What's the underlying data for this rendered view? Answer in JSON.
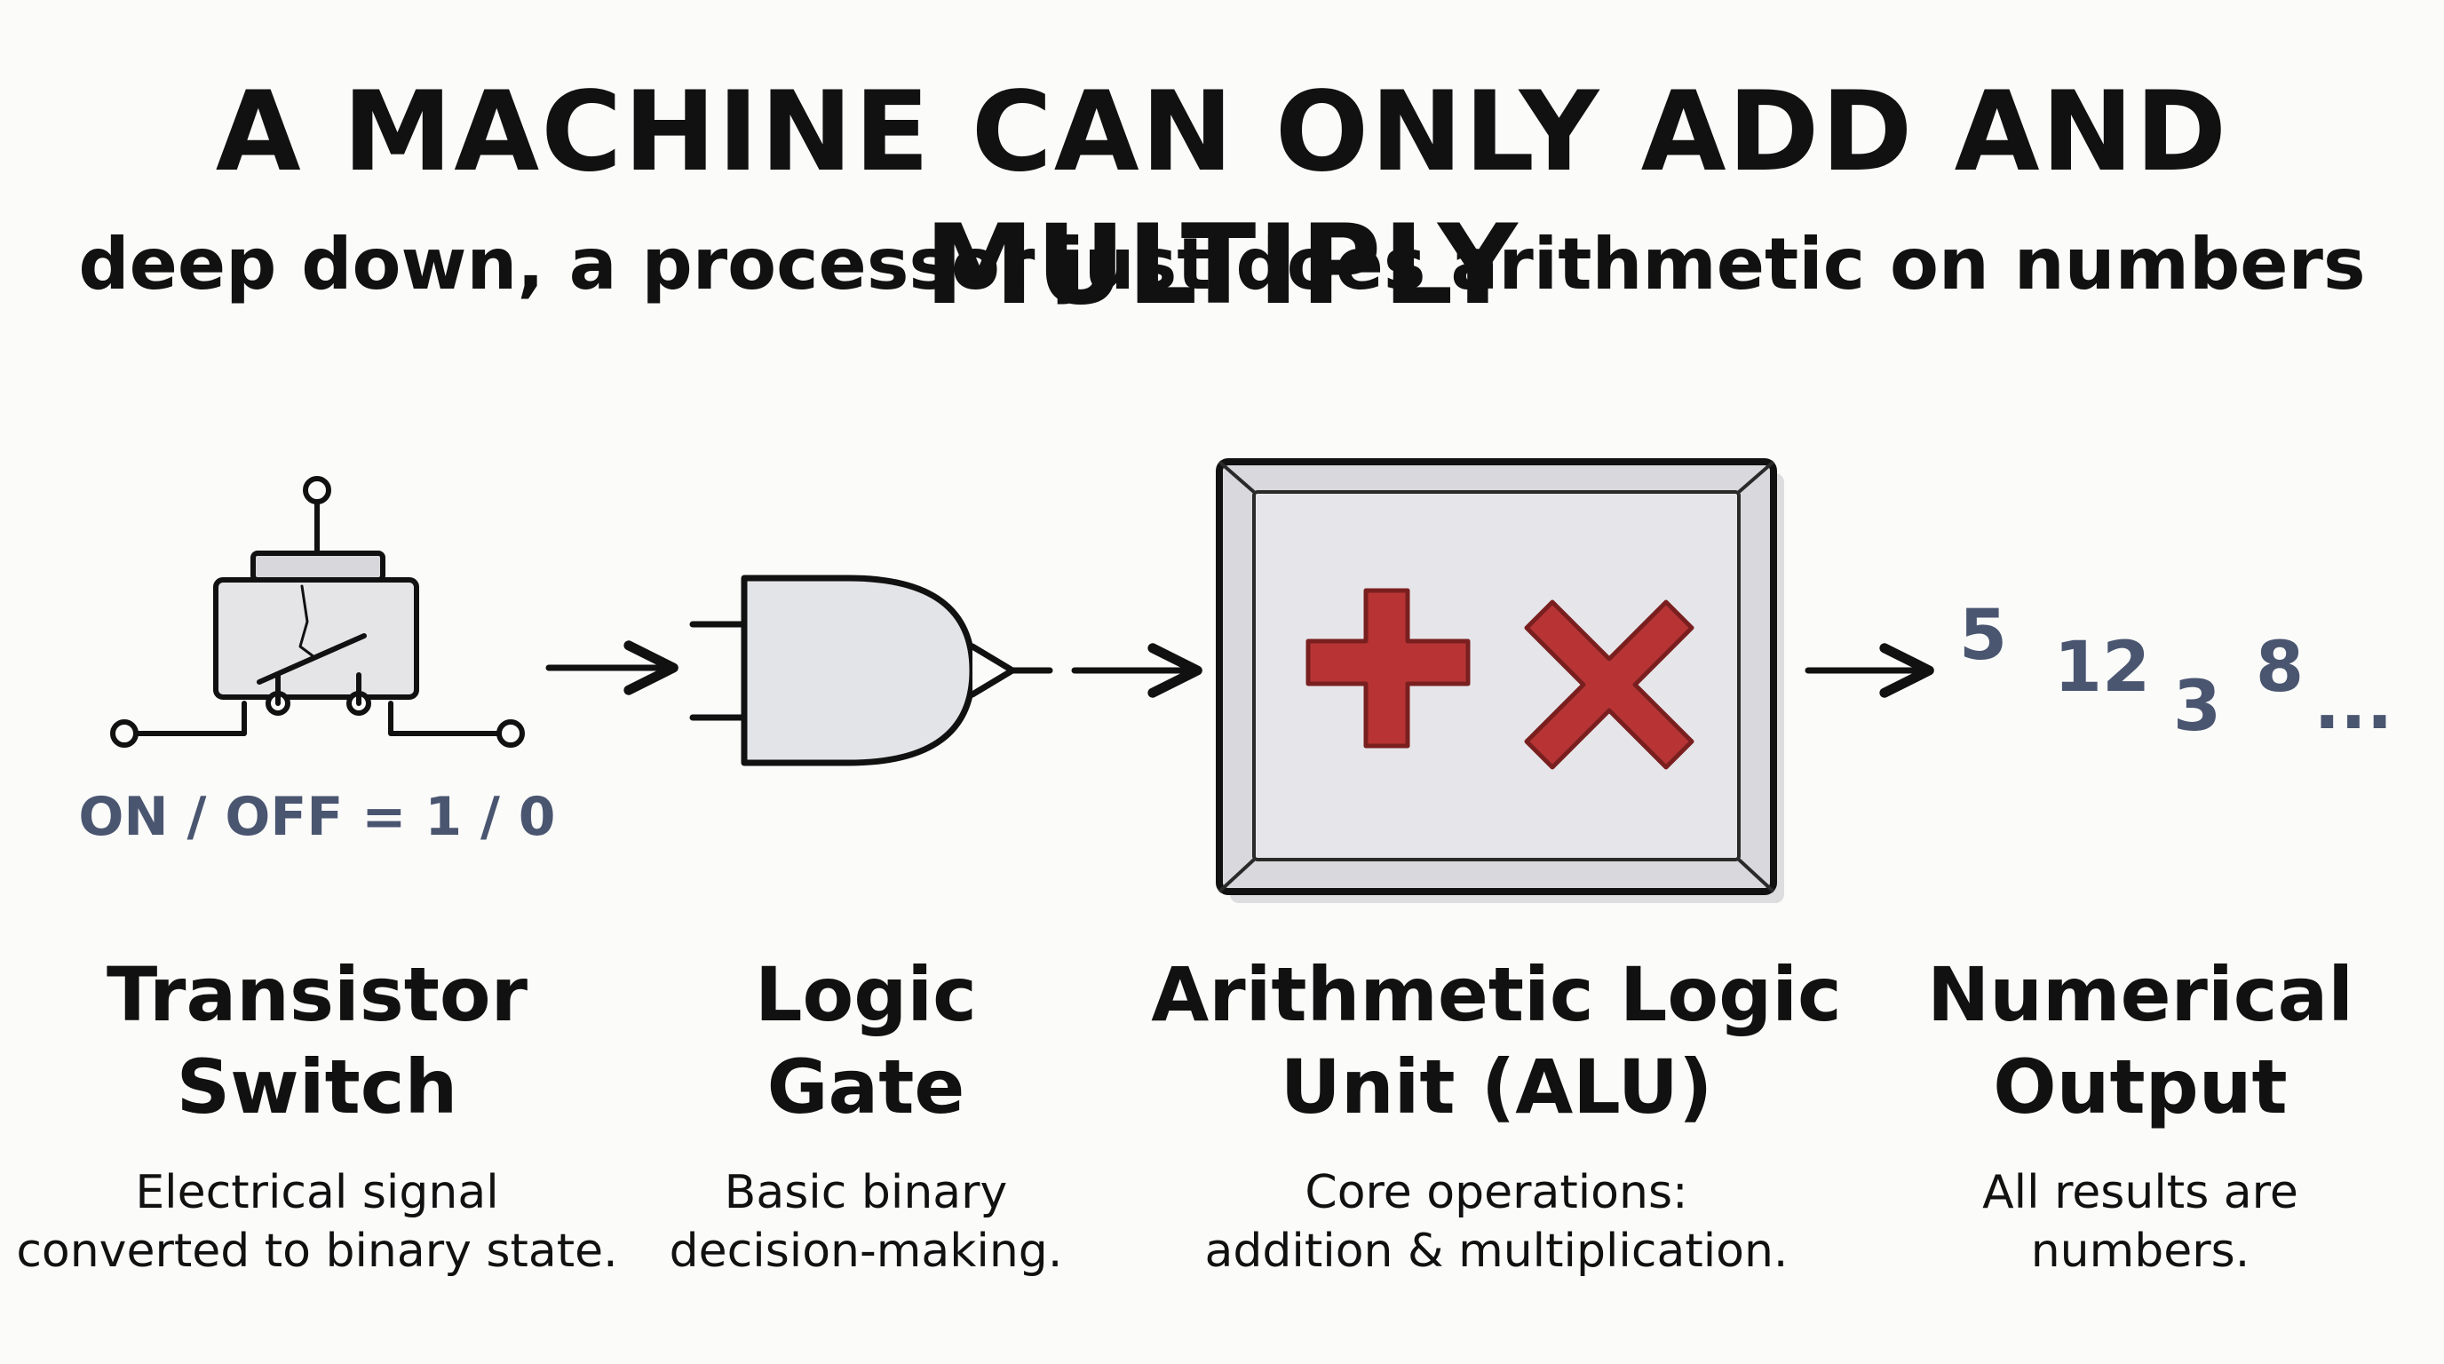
{
  "header": {
    "title": "A MACHINE CAN ONLY ADD AND MULTIPLY",
    "subtitle": "deep down, a processor just does arithmetic on numbers"
  },
  "stages": [
    {
      "name": "Transistor\nSwitch",
      "description": "Electrical signal\nconverted to binary state.",
      "caption": "ON / OFF = 1 / 0",
      "icon": "transistor-switch-icon"
    },
    {
      "name": "Logic\nGate",
      "description": "Basic binary\ndecision-making.",
      "icon": "logic-gate-icon"
    },
    {
      "name": "Arithmetic Logic\nUnit (ALU)",
      "description": "Core operations:\naddition & multiplication.",
      "icon": "alu-box-icon",
      "symbols": [
        "plus",
        "times"
      ]
    },
    {
      "name": "Numerical\nOutput",
      "description": "All results are\nnumbers.",
      "numbers": [
        "5",
        "12",
        "3",
        "8",
        "..."
      ]
    }
  ],
  "colors": {
    "ink": "#111111",
    "slate": "#4a5670",
    "operator_red": "#b83434",
    "box_fill": "#e3e3e7",
    "gate_fill": "#e3e4e8"
  }
}
